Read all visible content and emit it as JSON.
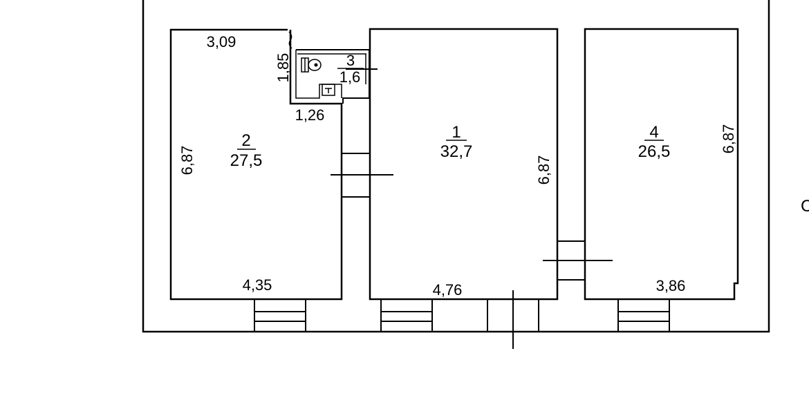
{
  "rooms": [
    {
      "id": "room-1",
      "number": "1",
      "area": "32,7"
    },
    {
      "id": "room-2",
      "number": "2",
      "area": "27,5"
    },
    {
      "id": "room-3",
      "number": "3",
      "area": "1,6"
    },
    {
      "id": "room-4",
      "number": "4",
      "area": "26,5"
    }
  ],
  "dimensions": {
    "room2_top": "3,09",
    "room2_left": "6,87",
    "room2_bottom": "4,35",
    "room3_left": "1,85",
    "room3_bottom": "1,26",
    "room1_right": "6,87",
    "room1_bottom": "4,76",
    "room4_right": "6,87",
    "room4_bottom": "3,86"
  },
  "edge_text": "С"
}
